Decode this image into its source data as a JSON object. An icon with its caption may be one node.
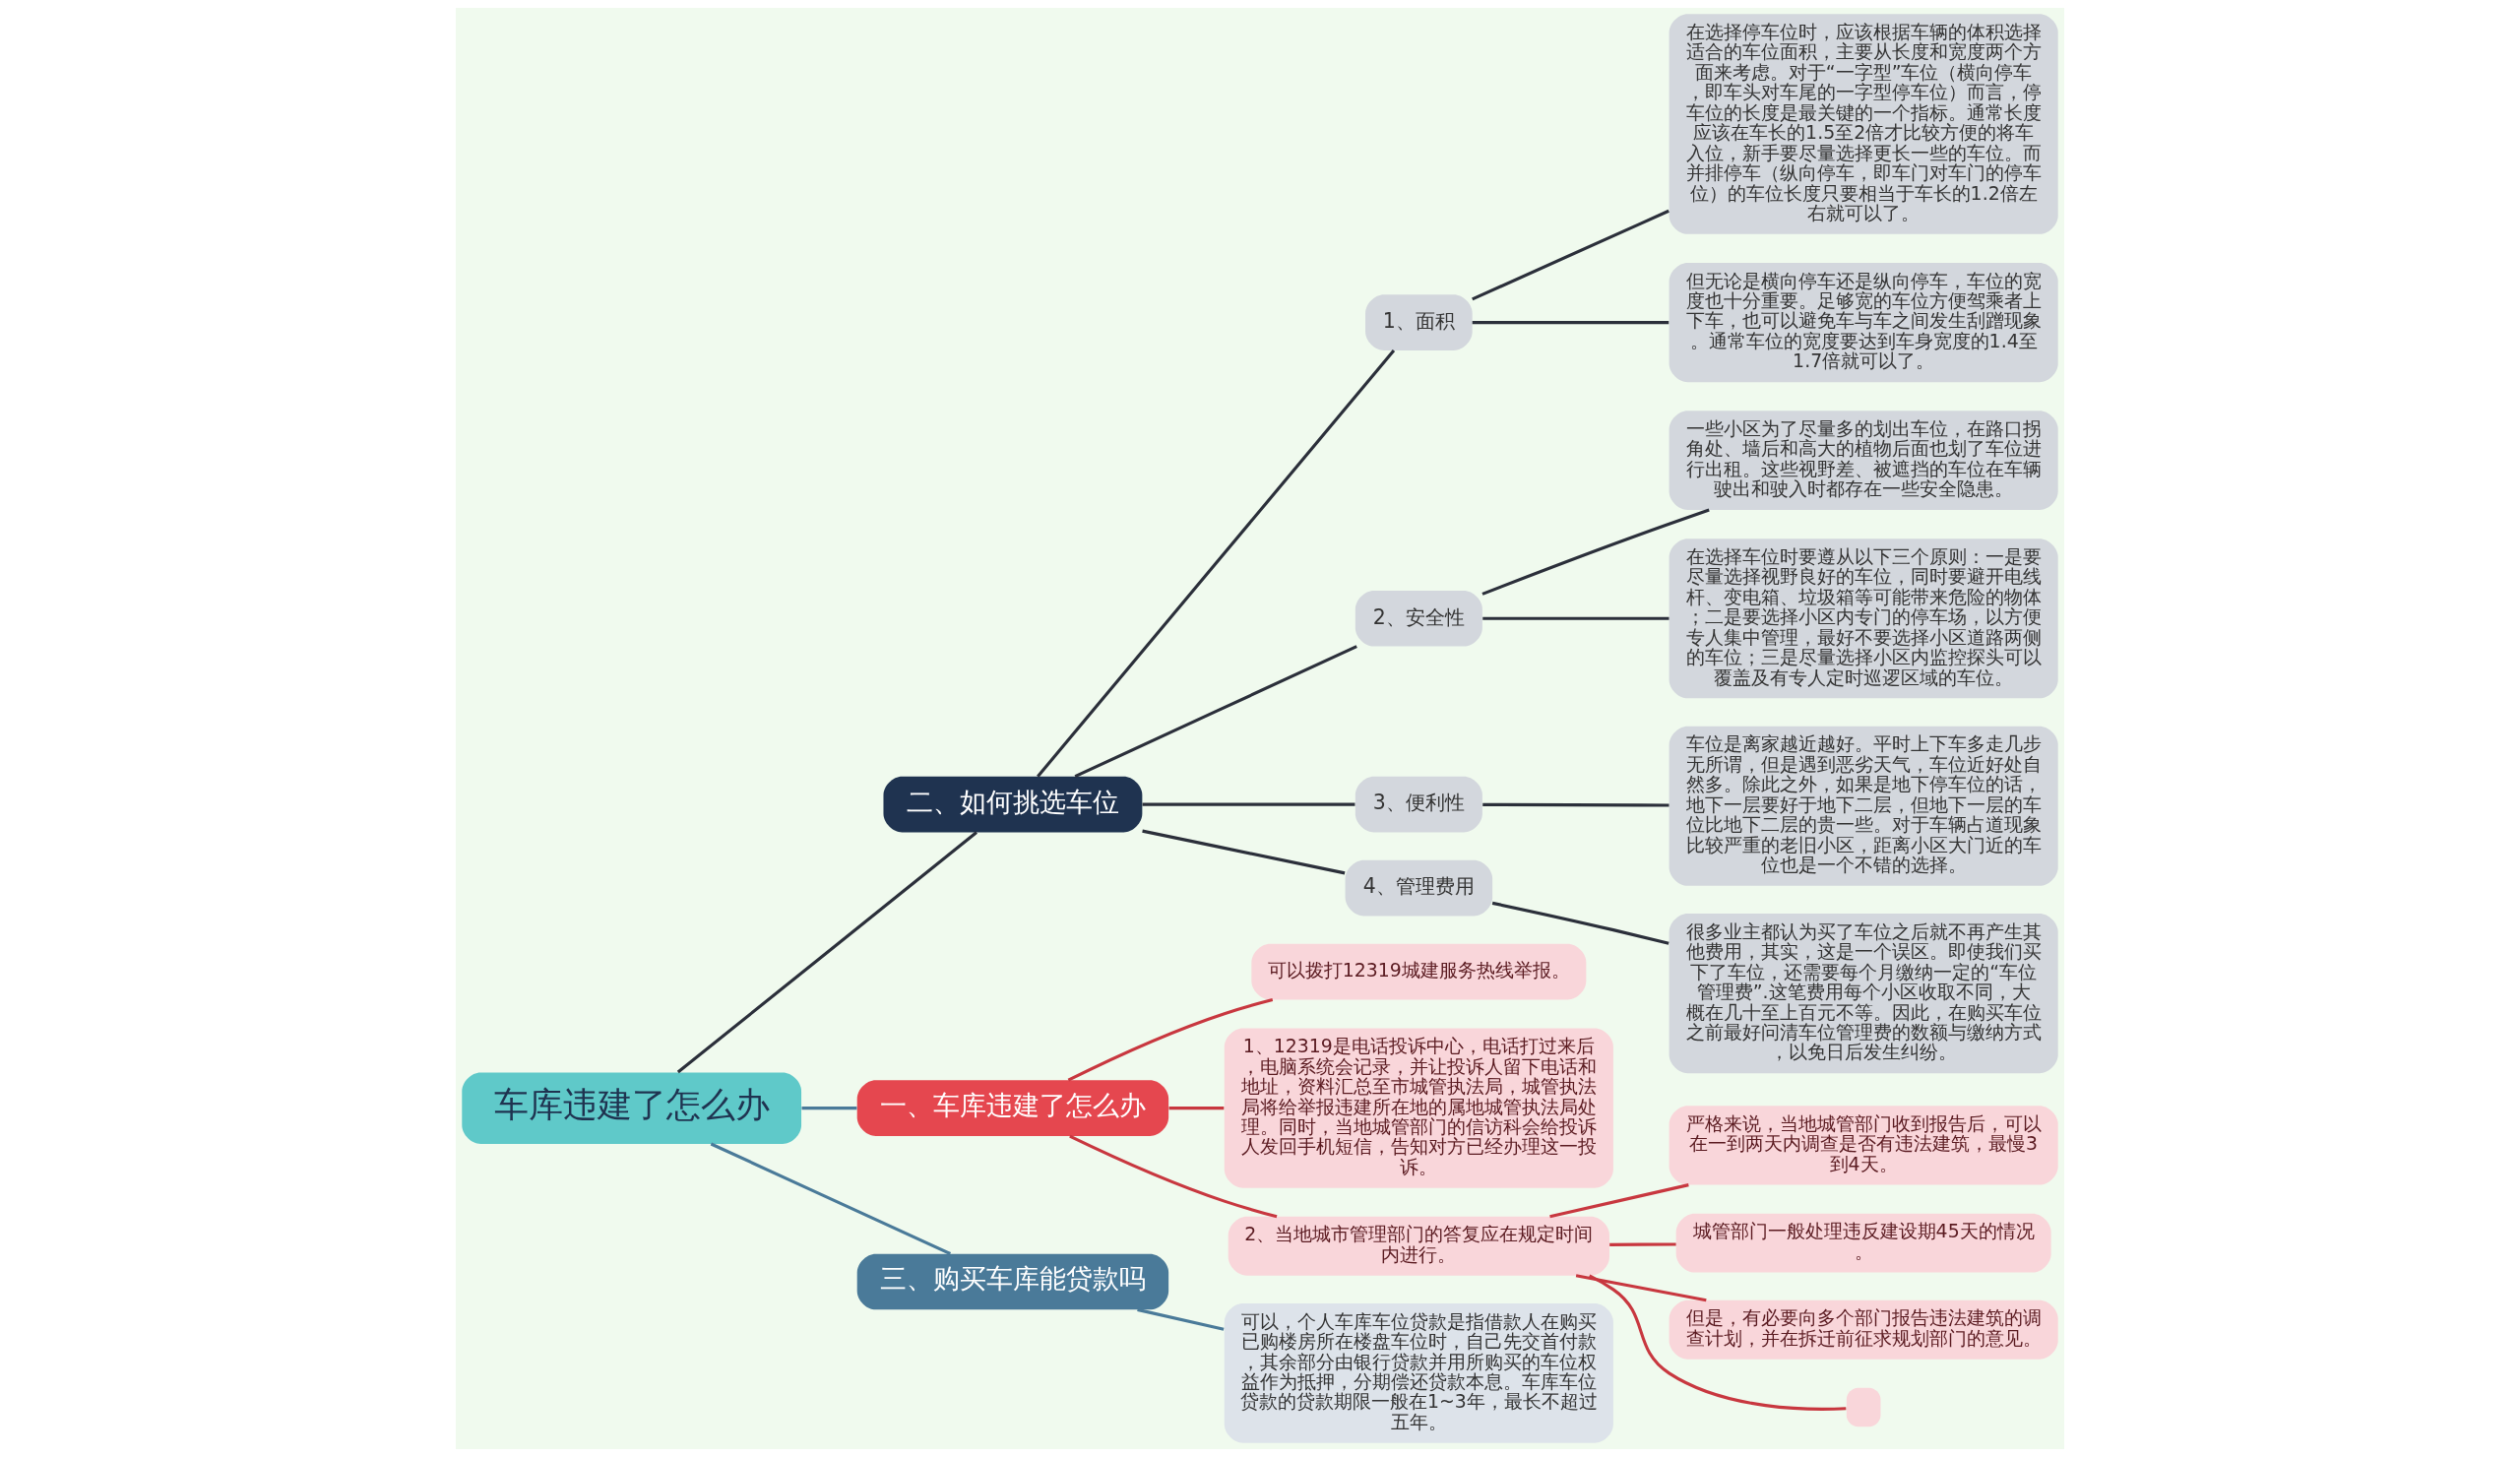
{
  "diagram": {
    "nodes": [
      {
        "text": [
          "车库违建了怎么办"
        ]
      },
      {
        "text": [
          "二、如何挑选车位"
        ]
      },
      {
        "text": [
          "1、面积"
        ]
      },
      {
        "text": [
          "在选择停车位时，应该根据车辆的体积选择适合的车位面积，主要从长度和宽度两个方面来考虑。对于“一字型”车位（横向停车，即车头对车尾的一字型停车位）而言，停车位的长度是最关键的一个指标。通常长度应该在车长的1.5至2倍才比较方便的将车入位，新手要尽量选择更长一些的车位。而并排停车（纵向停车，即车门对车门的停车位）的车位长度只要相当于车长的1.2倍左右就可以了。"
        ]
      },
      {
        "text": [
          "但无论是横向停车还是纵向停车，车位的宽度也十分重要。足够宽的车位方便驾乘者上下车，也可以避免车与车之间发生刮蹭现象。通常车位的宽度要达到车身宽度的1.4至1.7倍就可以了。"
        ]
      },
      {
        "text": [
          "2、安全性"
        ]
      },
      {
        "text": [
          "一些小区为了尽量多的划出车位，在路口拐角处、墙后和高大的植物后面也划了车位进行出租。这些视野差、被遮挡的车位在车辆驶出和驶入时都存在一些安全隐患。"
        ]
      },
      {
        "text": [
          "在选择车位时要遵从以下三个原则：一是要尽量选择视野良好的车位，同时要避开电线杆、变电箱、垃圾箱等可能带来危险的物体；二是要选择小区内专门的停车场，以方便专人集中管理，最好不要选择小区道路两侧的车位；三是尽量选择小区内监控探头可以覆盖及有专人定时巡逻区域的车位。"
        ]
      },
      {
        "text": [
          "3、便利性"
        ]
      },
      {
        "text": [
          "车位是离家越近越好。平时上下车多走几步无所谓，但是遇到恶劣天气，车位近好处自然多。除此之外，如果是地下停车位的话，地下一层要好于地下二层，但地下一层的车位比地下二层的贵一些。对于车辆占道现象比较严重的老旧小区，距离小区大门近的车位也是一个不错的选择。"
        ]
      },
      {
        "text": [
          "4、管理费用"
        ]
      },
      {
        "text": [
          "很多业主都认为买了车位之后就不再产生其他费用，其实，这是一个误区。即使我们买下了车位，还需要每个月缴纳一定的“车位管理费”.这笔费用每个小区收取不同，大概在几十至上百元不等。因此，在购买车位之前最好问清车位管理费的数额与缴纳方式，以免日后发生纠纷。"
        ]
      },
      {
        "text": [
          "一、车库违建了怎么办"
        ]
      },
      {
        "text": [
          "可以拨打12319城建服务热线举报。"
        ]
      },
      {
        "text": [
          "1、12319是电话投诉中心，电话打过来后，电脑系统会记录，并让投诉人留下电话和地址，资料汇总至市城管执法局，城管执法局将给举报违建所在地的属地城管执法局处理。同时，当地城管部门的信访科会给投诉人发回手机短信，告知对方已经办理这一投诉。"
        ]
      },
      {
        "text": [
          "2、当地城市管理部门的答复应在规定时间内进行。"
        ]
      },
      {
        "text": [
          "严格来说，当地城管部门收到报告后，可以在一到两天内调查是否有违法建筑，最慢3到4天。"
        ]
      },
      {
        "text": [
          "城管部门一般处理违反建设期45天的情况。"
        ]
      },
      {
        "text": [
          "但是，有必要向多个部门报告违法建筑的调查计划，并在拆迁前征求规划部门的意见。"
        ]
      },
      {
        "text": [],
        "shape": "box"
      },
      {
        "text": [
          "三、购买车库能贷款吗"
        ]
      },
      {
        "text": [
          "可以，个人车库车位贷款是指借款人在购买已购楼房所在楼盘车位时，自己先交首付款，其余部分由银行贷款并用所购买的车位权益作为抵押，分期偿还贷款本息。车库车位贷款的贷款期限一般在1~3年，最长不超过五年。"
        ]
      }
    ],
    "edges": [
      {
        "from": 0,
        "to": 1,
        "arrow": "none"
      },
      {
        "from": 1,
        "to": 2,
        "arrow": "none"
      },
      {
        "from": 2,
        "to": 3,
        "arrow": "none"
      },
      {
        "from": 2,
        "to": 4,
        "arrow": "none"
      },
      {
        "from": 1,
        "to": 5,
        "arrow": "none"
      },
      {
        "from": 5,
        "to": 6,
        "arrow": "none"
      },
      {
        "from": 5,
        "to": 7,
        "arrow": "none"
      },
      {
        "from": 1,
        "to": 8,
        "arrow": "none"
      },
      {
        "from": 8,
        "to": 9,
        "arrow": "none"
      },
      {
        "from": 1,
        "to": 10,
        "arrow": "none"
      },
      {
        "from": 10,
        "to": 11,
        "arrow": "none"
      },
      {
        "from": 0,
        "to": 12,
        "arrow": "none",
        "color": "#4a7a99"
      },
      {
        "from": 12,
        "to": 13,
        "arrow": "none",
        "color": "#c8373f"
      },
      {
        "from": 12,
        "to": 14,
        "arrow": "none",
        "color": "#c8373f"
      },
      {
        "from": 12,
        "to": 15,
        "arrow": "none",
        "color": "#c8373f"
      },
      {
        "from": 15,
        "to": 16,
        "arrow": "none",
        "color": "#c8373f"
      },
      {
        "from": 15,
        "to": 17,
        "arrow": "none",
        "color": "#c8373f"
      },
      {
        "from": 15,
        "to": 18,
        "arrow": "none",
        "color": "#c8373f"
      },
      {
        "from": 15,
        "to": 19,
        "arrow": "none",
        "color": "#c8373f"
      },
      {
        "from": 0,
        "to": 20,
        "arrow": "none",
        "color": "#4a7a99"
      },
      {
        "from": 20,
        "to": 21,
        "arrow": "none",
        "color": "#4a7a99"
      }
    ]
  }
}
